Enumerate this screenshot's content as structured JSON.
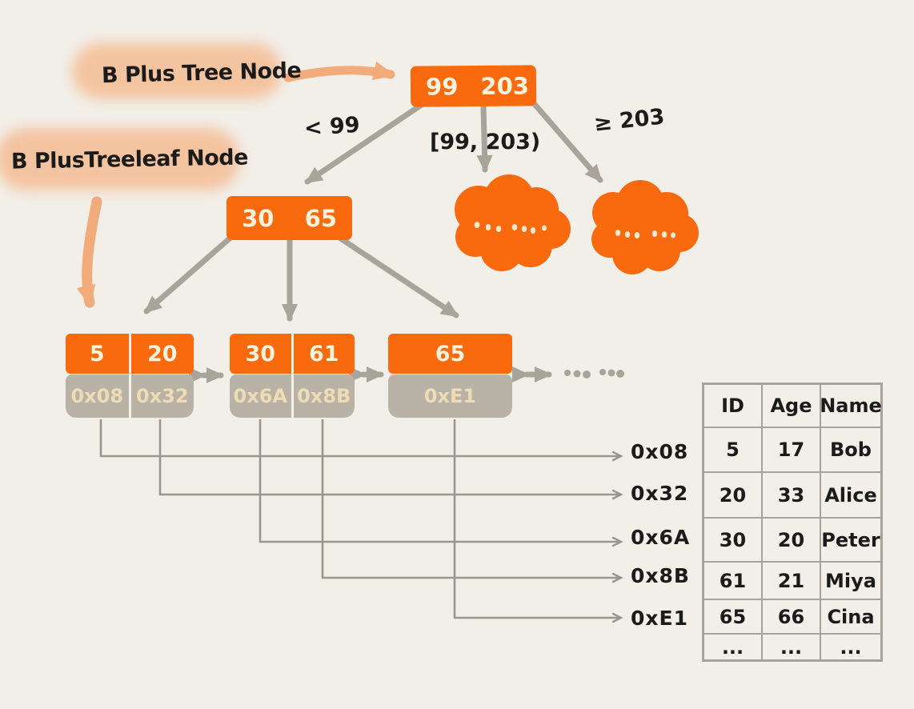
{
  "colors": {
    "background": "#f2efe9",
    "node_orange": "#f9690e",
    "pointer_box_gray": "#b8b3a6",
    "pointer_box_text": "#efdcb4",
    "arrow_gray": "#a9a49a",
    "connector_gray": "#9b968b",
    "highlight_peach": "#f6a064",
    "ink_black": "#1b1b1b"
  },
  "labels": {
    "node_label": "B Plus Tree Node",
    "leaf_label": "B PlusTreeleaf Node"
  },
  "tree": {
    "root": {
      "keys": [
        "99",
        "203"
      ]
    },
    "edge_labels": {
      "left": "< 99",
      "middle": "[99, 203)",
      "right": "≥ 203"
    },
    "internal": {
      "keys": [
        "30",
        "65"
      ]
    },
    "subtree_ellipsis": [
      "·· · ····",
      "··· ···"
    ],
    "leaves": [
      {
        "keys": [
          "5",
          "20"
        ],
        "pointers": [
          "0x08",
          "0x32"
        ]
      },
      {
        "keys": [
          "30",
          "61"
        ],
        "pointers": [
          "0x6A",
          "0x8B"
        ]
      },
      {
        "keys": [
          "65"
        ],
        "pointers": [
          "0xE1"
        ]
      }
    ],
    "sibling_ellipsis": "··· ···"
  },
  "pointer_labels": [
    "0x08",
    "0x32",
    "0x6A",
    "0x8B",
    "0xE1"
  ],
  "table": {
    "headers": [
      "ID",
      "Age",
      "Name"
    ],
    "rows": [
      [
        "5",
        "17",
        "Bob"
      ],
      [
        "20",
        "33",
        "Alice"
      ],
      [
        "30",
        "20",
        "Peter"
      ],
      [
        "61",
        "21",
        "Miya"
      ],
      [
        "65",
        "66",
        "Cina"
      ],
      [
        "...",
        "...",
        "..."
      ]
    ]
  }
}
